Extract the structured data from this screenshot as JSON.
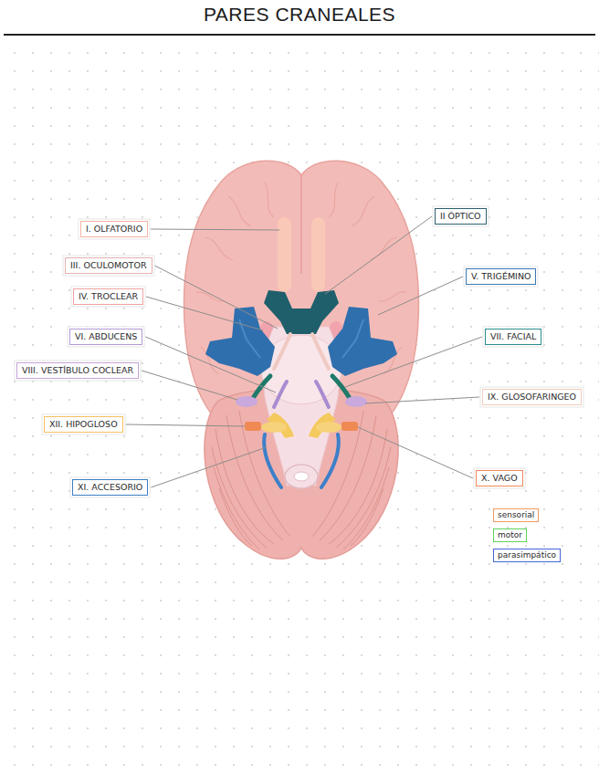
{
  "diagram": {
    "title": "PARES CRANEALES",
    "nodes": [
      {
        "text": [
          "I. OLFATORIO"
        ]
      },
      {
        "text": [
          "II ÓPTICO"
        ]
      },
      {
        "text": [
          "III. OCULOMOTOR"
        ]
      },
      {
        "text": [
          "V. TRIGÉMINO"
        ]
      },
      {
        "text": [
          "IV. TROCLEAR"
        ]
      },
      {
        "text": [
          "VI. ABDUCENS"
        ]
      },
      {
        "text": [
          "VII. FACIAL"
        ]
      },
      {
        "text": [
          "VIII. VESTÍBULO COCLEAR"
        ]
      },
      {
        "text": [
          "IX. GLOSOFARINGEO"
        ]
      },
      {
        "text": [
          "XII. HIPOGLOSO"
        ]
      },
      {
        "text": [
          "X. VAGO"
        ]
      },
      {
        "text": [
          "XI. ACCESORIO"
        ]
      }
    ],
    "legend": [
      {
        "text": "sensorial",
        "color": "#f29a5e"
      },
      {
        "text": "motor",
        "color": "#5fd35f"
      },
      {
        "text": "parasimpático",
        "color": "#4466d6"
      }
    ]
  }
}
